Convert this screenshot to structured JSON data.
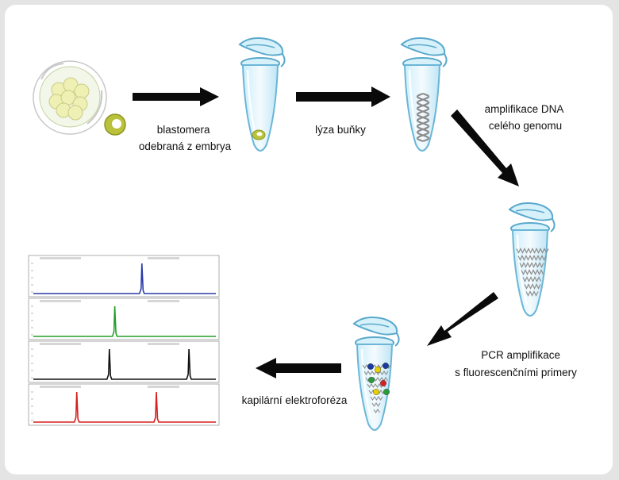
{
  "steps": [
    {
      "label_lines": [
        "blastomera",
        "odebraná z embrya"
      ]
    },
    {
      "label_lines": [
        "lýza buňky"
      ]
    },
    {
      "label_lines": [
        "amplifikace DNA",
        "celého genomu"
      ]
    },
    {
      "label_lines": [
        "PCR amplifikace",
        "s fluorescenčními primery"
      ]
    },
    {
      "label_lines": [
        "kapilární elektroforéza"
      ]
    }
  ],
  "electropherogram": {
    "panels": [
      {
        "color": "#2a3ca8",
        "peaks": [
          0.6
        ]
      },
      {
        "color": "#22a02a",
        "peaks": [
          0.45
        ]
      },
      {
        "color": "#111111",
        "peaks": [
          0.42,
          0.86
        ]
      },
      {
        "color": "#d81e1e",
        "peaks": [
          0.24,
          0.68
        ]
      }
    ]
  },
  "colors": {
    "arrow": "#0a0a0a",
    "tube": "#8fd4ee",
    "tube_fill": "#eaf7fd",
    "blastomere": "#b9c23a",
    "dna": "#8c8c8c",
    "primers": [
      "#1a3c9c",
      "#e8d000",
      "#2a9a3a",
      "#d82020"
    ]
  }
}
